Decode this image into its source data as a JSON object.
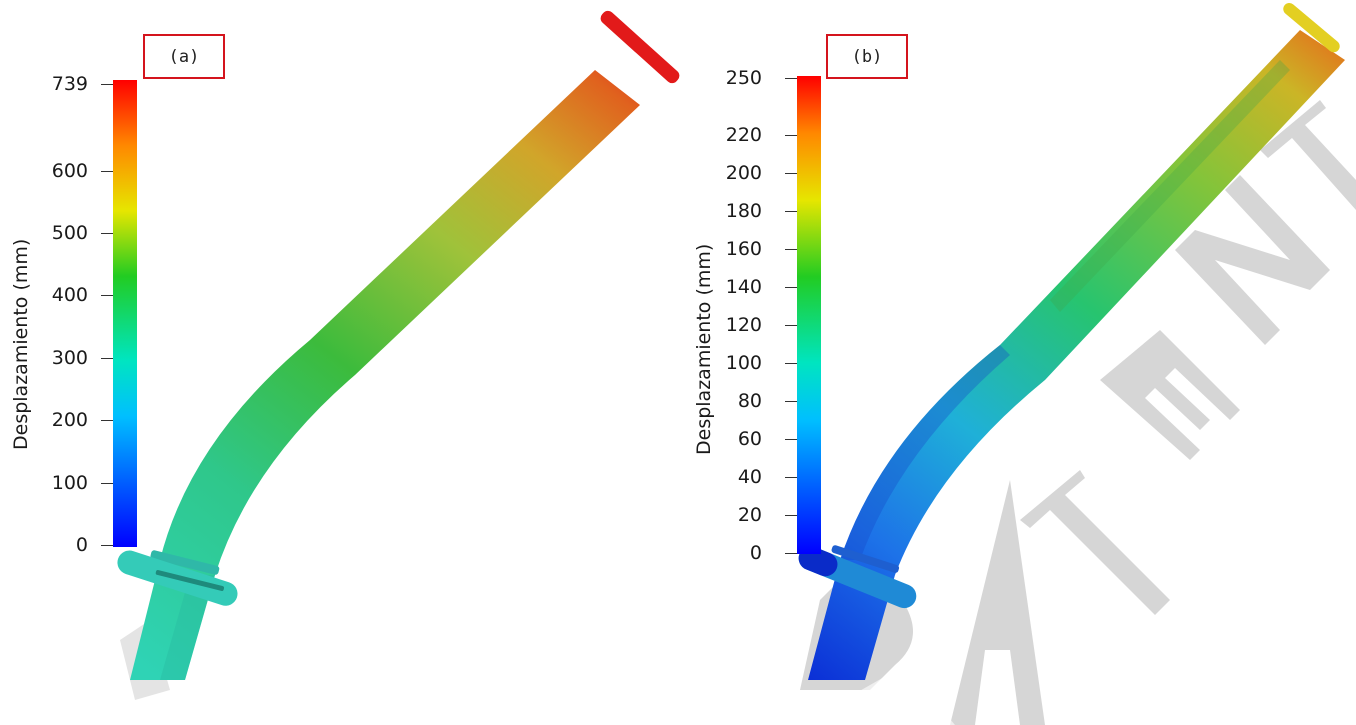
{
  "panels": [
    {
      "label": "(a)",
      "colorbar_title": "Desplazamiento (mm)",
      "colorbar_ticks": [
        "739",
        "600",
        "500",
        "400",
        "300",
        "200",
        "100",
        "0"
      ],
      "colorbar_values": [
        739,
        600,
        500,
        400,
        300,
        200,
        100,
        0
      ],
      "range": [
        0,
        739
      ]
    },
    {
      "label": "(b)",
      "colorbar_title": "Desplazamiento (mm)",
      "colorbar_ticks": [
        "250",
        "220",
        "200",
        "180",
        "160",
        "140",
        "120",
        "100",
        "80",
        "60",
        "40",
        "20",
        "0"
      ],
      "colorbar_values": [
        250,
        220,
        200,
        180,
        160,
        140,
        120,
        100,
        80,
        60,
        40,
        20,
        0
      ],
      "range": [
        0,
        250
      ]
    }
  ],
  "watermark": "PATENTADO",
  "colormap": [
    "#0000ff",
    "#00bfff",
    "#00e5c0",
    "#22cc22",
    "#e6e600",
    "#ff8800",
    "#ff0000"
  ]
}
